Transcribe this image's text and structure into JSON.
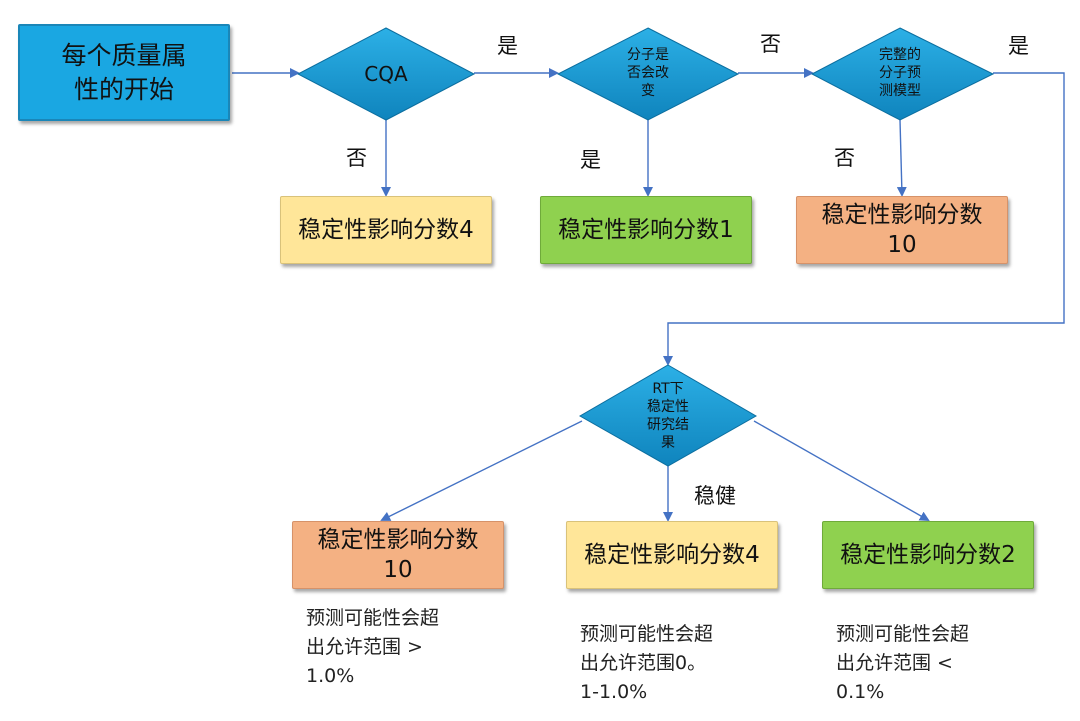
{
  "start": {
    "label": "每个质量属性的开始"
  },
  "decisions": {
    "cqa": "CQA",
    "molecule_change": [
      "分子是",
      "否会改",
      "变"
    ],
    "model": [
      "完整的",
      "分子预",
      "测模型"
    ],
    "rt_result": [
      "RT下",
      "稳定性",
      "研究结",
      "果"
    ]
  },
  "edge_labels": {
    "cqa_yes": "是",
    "cqa_no": "否",
    "mol_no": "否",
    "mol_yes": "是",
    "model_yes": "是",
    "model_no": "否",
    "robust": "稳健"
  },
  "results": {
    "score4_top": "稳定性影响分数4",
    "score1": "稳定性影响分数1",
    "score10_top": "稳定性影响分数10",
    "score10_bottom": "稳定性影响分数10",
    "score4_bottom": "稳定性影响分数4",
    "score2": "稳定性影响分数2"
  },
  "notes": {
    "left": [
      "预测可能性会超",
      "出允许范围 >",
      "1.0%"
    ],
    "middle": [
      "预测可能性会超",
      "出允许范围0。",
      "1-1.0%"
    ],
    "right": [
      "预测可能性会超",
      "出允许范围 <",
      "0.1%"
    ]
  },
  "colors": {
    "diamond_fill": "#1597d0",
    "start_fill": "#1aa7e2",
    "yellow": "#ffe699",
    "green": "#8fd14f",
    "orange": "#f4b183",
    "connector": "#4472c4"
  }
}
